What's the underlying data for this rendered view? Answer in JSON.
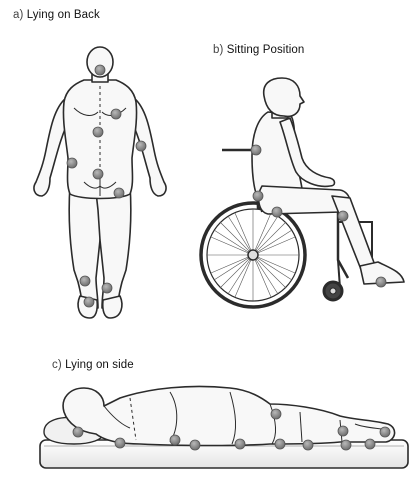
{
  "panels": {
    "a": {
      "label": "a)",
      "title": "Lying on Back"
    },
    "b": {
      "label": "b)",
      "title": "Sitting Position"
    },
    "c": {
      "label": "c)",
      "title": "Lying on side"
    }
  },
  "style": {
    "ink": "#2b2b2b",
    "skin": "#f7f7f7",
    "shade": "#cfcfcf",
    "marker": "#8c8c8c"
  }
}
